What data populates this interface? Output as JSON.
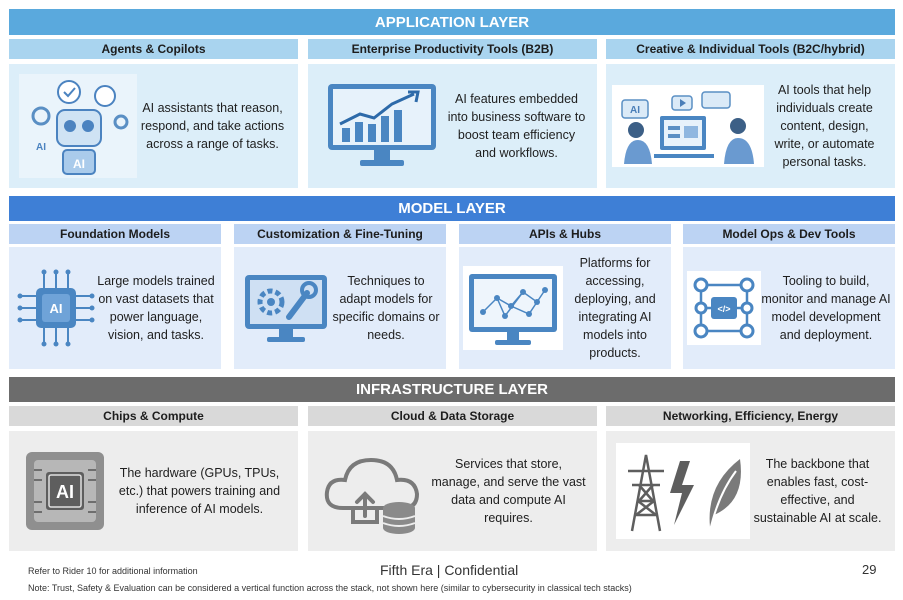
{
  "application_layer": {
    "title": "APPLICATION LAYER",
    "columns": [
      {
        "heading": "Agents & Copilots",
        "text": "AI assistants that reason, respond, and take actions across a range of tasks.",
        "icon": "robot-assistant-icon",
        "icon_label": "AI"
      },
      {
        "heading": "Enterprise Productivity Tools (B2B)",
        "text": "AI features embedded into business software to boost team efficiency and workflows.",
        "icon": "growth-chart-monitor-icon"
      },
      {
        "heading": "Creative & Individual Tools (B2C/hybrid)",
        "text": "AI tools that help individuals create content, design, write, or automate personal tasks.",
        "icon": "people-at-computer-icon",
        "icon_label": "AI"
      }
    ]
  },
  "model_layer": {
    "title": "MODEL LAYER",
    "columns": [
      {
        "heading": "Foundation Models",
        "text": "Large models trained on vast datasets that power language, vision, and tasks.",
        "icon": "ai-chip-icon",
        "icon_label": "AI"
      },
      {
        "heading": "Customization & Fine-Tuning",
        "text": "Techniques to adapt models for specific domains or needs.",
        "icon": "gear-wrench-monitor-icon"
      },
      {
        "heading": "APIs & Hubs",
        "text": "Platforms for accessing, deploying, and integrating AI models into products.",
        "icon": "network-monitor-icon"
      },
      {
        "heading": "Model Ops & Dev Tools",
        "text": "Tooling to build, monitor and manage AI model development and deployment.",
        "icon": "code-network-icon",
        "icon_label": "</>"
      }
    ]
  },
  "infrastructure_layer": {
    "title": "INFRASTRUCTURE LAYER",
    "columns": [
      {
        "heading": "Chips & Compute",
        "text": "The hardware (GPUs, TPUs, etc.) that powers training and inference of AI models.",
        "icon": "ai-processor-icon",
        "icon_label": "AI"
      },
      {
        "heading": "Cloud & Data Storage",
        "text": "Services that store, manage, and serve the vast data and compute AI requires.",
        "icon": "cloud-database-icon"
      },
      {
        "heading": "Networking, Efficiency, Energy",
        "text": "The backbone that enables fast, cost-effective, and sustainable AI at scale.",
        "icon": "energy-tower-leaf-icon"
      }
    ]
  },
  "footer": {
    "reference": "Refer to Rider 10 for additional information",
    "confidential": "Fifth Era | Confidential",
    "page_number": "29",
    "note": "Note: Trust, Safety & Evaluation can be considered a vertical function across the stack, not shown here (similar to cybersecurity in classical tech stacks)"
  },
  "colors": {
    "application_bar": "#5aa9dd",
    "model_bar": "#3e7fd6",
    "infrastructure_bar": "#6c6c6c"
  }
}
